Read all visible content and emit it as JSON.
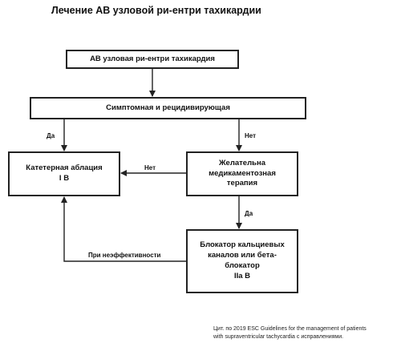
{
  "title": "Лечение АВ узловой ри-ентри тахикардии",
  "nodes": {
    "n1": "АВ узловая ри-ентри тахикардия",
    "n2": "Симптомная и рецидивирующая",
    "n3": "Катетерная аблация\nI B",
    "n4": "Желательна\nмедикаментозная\nтерапия",
    "n5": "Блокатор кальциевых\nканалов или бета-\nблокатор\nIIa B"
  },
  "edge_labels": {
    "yes_left": "Да",
    "no_right": "Нет",
    "no_middle": "Нет",
    "yes_down": "Да",
    "ineffective": "При неэффективности"
  },
  "citation": {
    "line1": "Цит. по 2019 ESC Guidelines for the management of patients",
    "line2": "with supraventricular tachycardia с исправлениями."
  }
}
